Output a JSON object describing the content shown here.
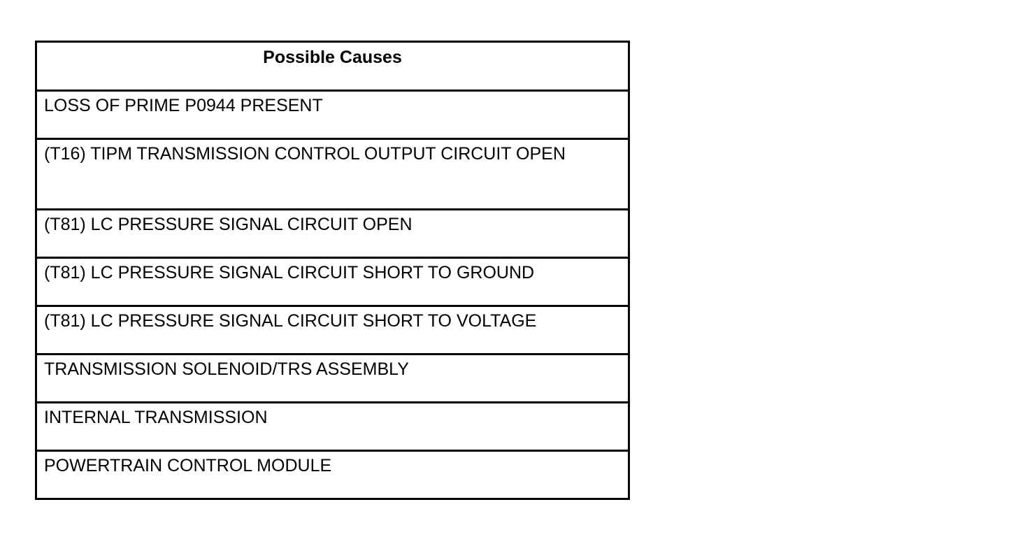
{
  "table": {
    "header": "Possible Causes",
    "rows": [
      "LOSS OF PRIME P0944 PRESENT",
      "(T16) TIPM TRANSMISSION CONTROL OUTPUT CIRCUIT OPEN",
      "(T81) LC PRESSURE SIGNAL CIRCUIT OPEN",
      "(T81) LC PRESSURE SIGNAL CIRCUIT SHORT TO GROUND",
      "(T81) LC PRESSURE SIGNAL CIRCUIT SHORT TO VOLTAGE",
      "TRANSMISSION SOLENOID/TRS ASSEMBLY",
      "INTERNAL TRANSMISSION",
      "POWERTRAIN CONTROL MODULE"
    ]
  }
}
